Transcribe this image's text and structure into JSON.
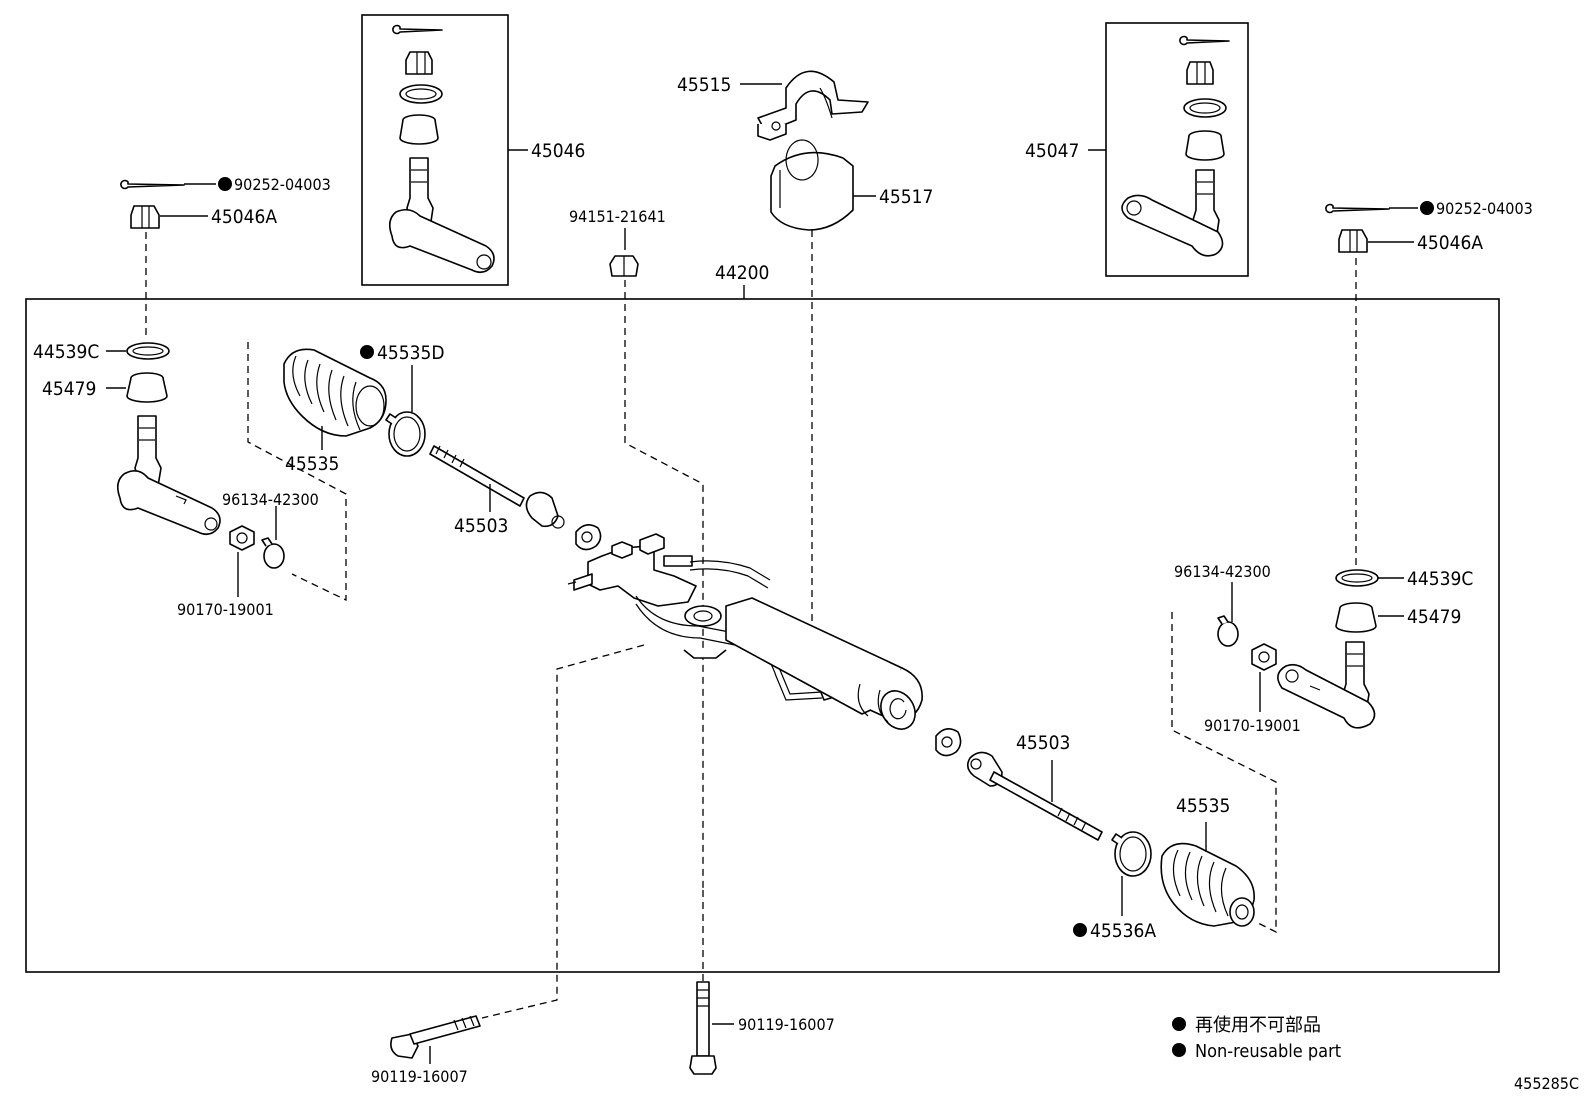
{
  "diagram_code": "455285C",
  "assembly": {
    "number": "44200"
  },
  "labels": {
    "p45046": "45046",
    "p45047": "45047",
    "p45515": "45515",
    "p45517": "45517",
    "p94151": "94151-21641",
    "p90252_l": "90252-04003",
    "p90252_r": "90252-04003",
    "p45046A_l": "45046A",
    "p45046A_r": "45046A",
    "p44539C_l": "44539C",
    "p44539C_r": "44539C",
    "p45479_l": "45479",
    "p45479_r": "45479",
    "p45535D": "45535D",
    "p45535_l": "45535",
    "p45535_r": "45535",
    "p96134_l": "96134-42300",
    "p96134_r": "96134-42300",
    "p90170_l": "90170-19001",
    "p90170_r": "90170-19001",
    "p45503_l": "45503",
    "p45503_r": "45503",
    "p45536A": "45536A",
    "p90119_l": "90119-16007",
    "p90119_r": "90119-16007"
  },
  "non_reusable_marker": "●",
  "legend": {
    "line1": "再使用不可部品",
    "line2": "Non-reusable part"
  }
}
